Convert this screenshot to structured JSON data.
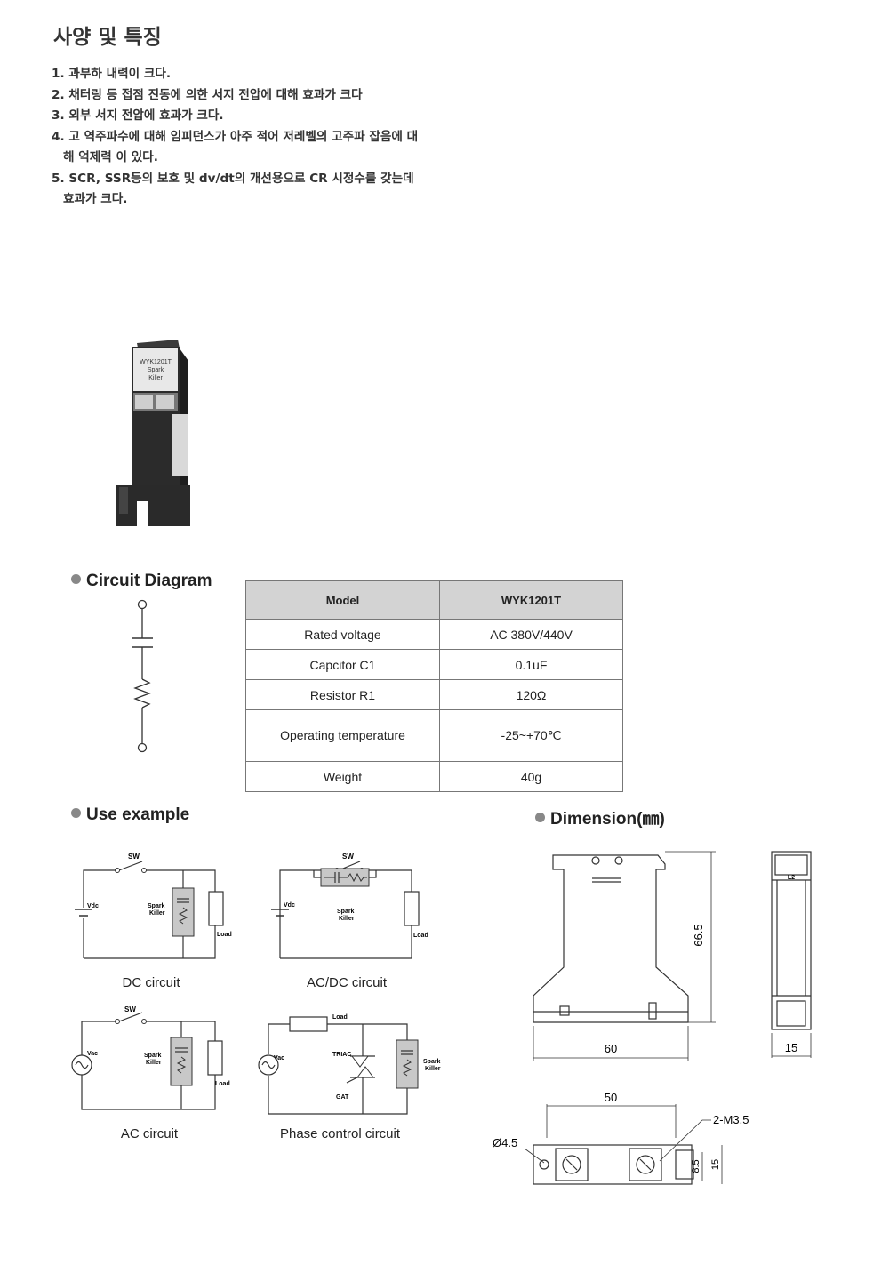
{
  "title": "사양 및 특징",
  "features": [
    "1. 과부하 내력이 크다.",
    "2. 채터링 등 접점 진동에 의한 서지 전압에 대해 효과가 크다",
    "3. 외부 서지 전압에 효과가 크다.",
    "4. 고 역주파수에 대해 임피던스가 아주 적어 저레벨의 고주파 잡음에 대해 억제력 이 있다.",
    "5. SCR, SSR등의 보호 및 dv/dt의 개선용으로 CR 시정수를 갖는데 효과가 크다."
  ],
  "product_label": [
    "WYK1201T",
    "Spark",
    "Killer"
  ],
  "sections": {
    "circuit_diagram": "Circuit Diagram",
    "use_example": "Use example",
    "dimension": "Dimension(㎜)"
  },
  "spec_table": {
    "header": [
      "Model",
      "WYK1201T"
    ],
    "rows": [
      [
        "Rated  voltage",
        "AC  380V/440V"
      ],
      [
        "Capcitor  C1",
        "0.1uF"
      ],
      [
        "Resistor  R1",
        "120Ω"
      ],
      [
        "Operating temperature",
        "-25~+70℃"
      ],
      [
        "Weight",
        "40g"
      ]
    ]
  },
  "use_examples": {
    "dc": {
      "caption": "DC circuit",
      "sw": "SW",
      "source": "Vdc",
      "killer": [
        "Spark",
        "Killer"
      ],
      "load": "Load"
    },
    "acdc": {
      "caption": "AC/DC circuit",
      "sw": "SW",
      "source": "Vdc",
      "killer": [
        "Spark",
        "Killer"
      ],
      "load": "Load"
    },
    "ac": {
      "caption": "AC circuit",
      "sw": "SW",
      "source": "Vac",
      "killer": [
        "Spark",
        "Killer"
      ],
      "load": "Load"
    },
    "phase": {
      "caption": "Phase control circuit",
      "source": "Vac",
      "load": "Load",
      "triac": "TRIAC",
      "gat": "GAT",
      "killer": [
        "Spark",
        "Killer"
      ]
    }
  },
  "dimension": {
    "height": "66.5",
    "width": "60",
    "depth": "15",
    "hole_pitch": "50",
    "screw": "2-M3.5",
    "hole_dia": "Ø4.5",
    "bottom_a": "8.5",
    "bottom_b": "15",
    "side_label": "L2"
  },
  "colors": {
    "accent_dot": "#888888",
    "table_header": "#d3d3d3",
    "killer_fill": "#c8c8c8"
  }
}
